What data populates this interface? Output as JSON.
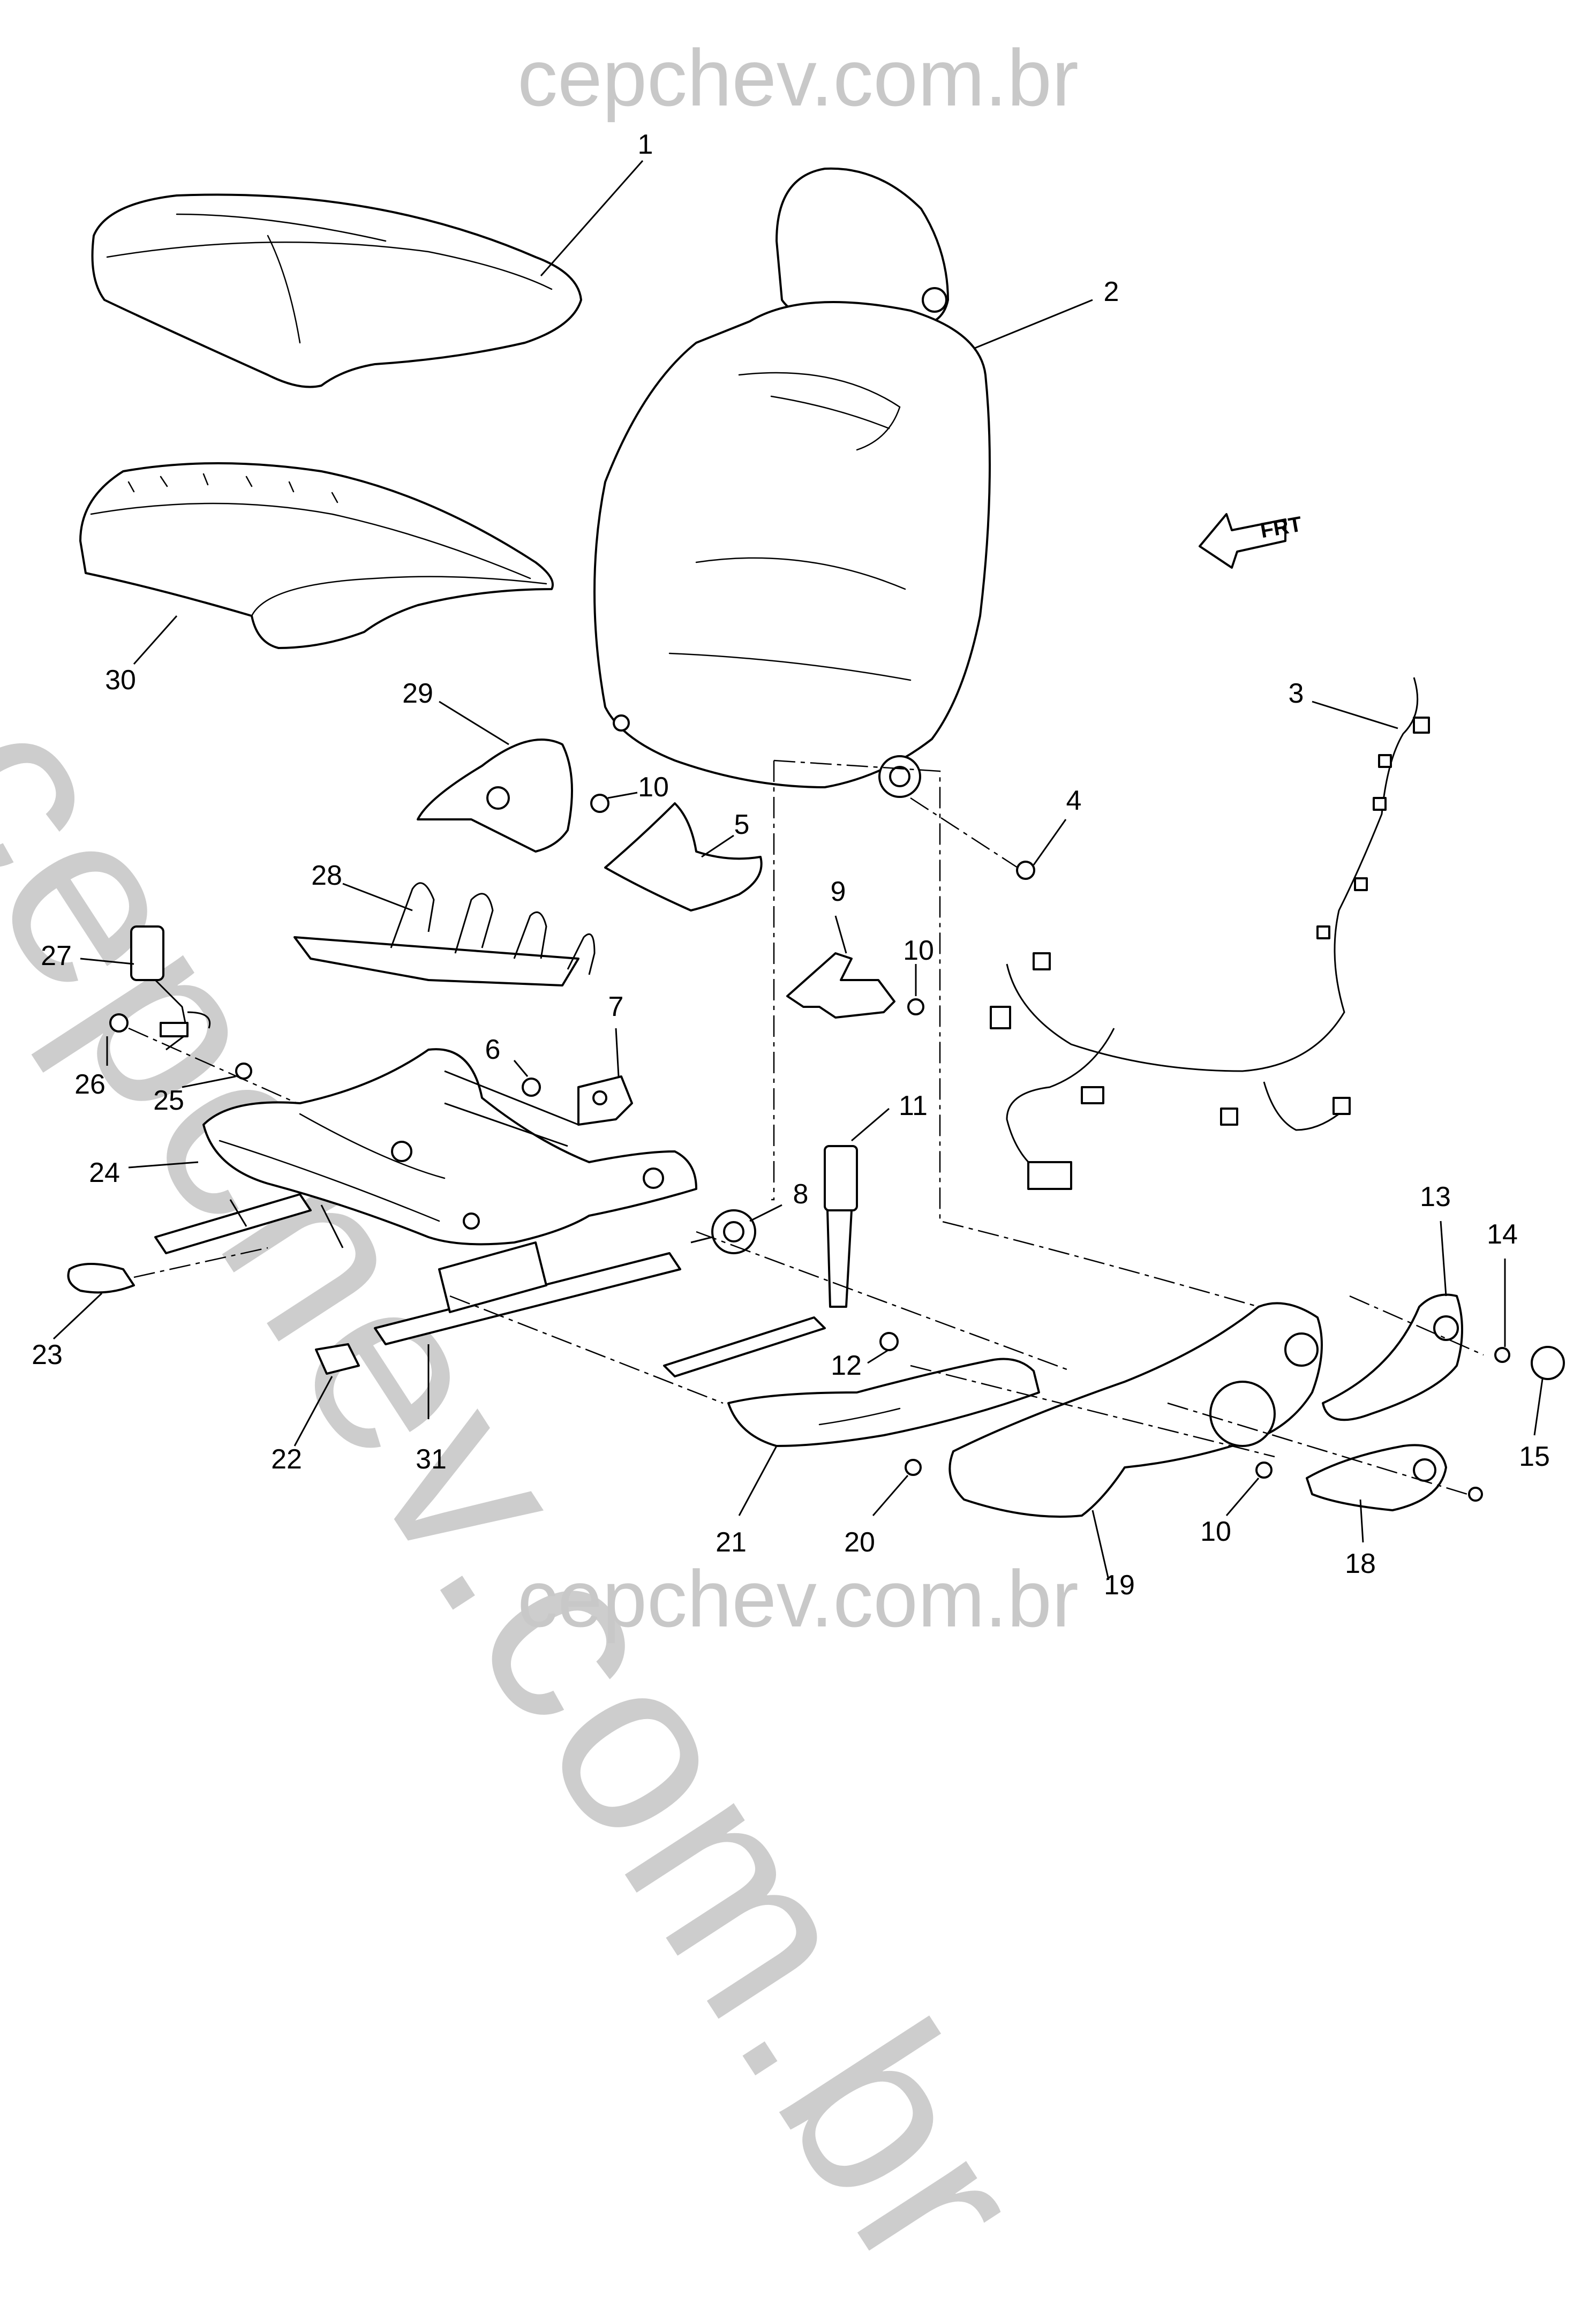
{
  "watermark": {
    "top": "cepchev.com.br",
    "bottom": "cepchev.com.br",
    "diagonal": "cepchev.com.br"
  },
  "direction_indicator": "FRT",
  "callouts": [
    {
      "id": "c1",
      "label": "1"
    },
    {
      "id": "c2",
      "label": "2"
    },
    {
      "id": "c3",
      "label": "3"
    },
    {
      "id": "c4",
      "label": "4"
    },
    {
      "id": "c5",
      "label": "5"
    },
    {
      "id": "c6",
      "label": "6"
    },
    {
      "id": "c7",
      "label": "7"
    },
    {
      "id": "c8",
      "label": "8"
    },
    {
      "id": "c9",
      "label": "9"
    },
    {
      "id": "c10a",
      "label": "10"
    },
    {
      "id": "c10b",
      "label": "10"
    },
    {
      "id": "c10c",
      "label": "10"
    },
    {
      "id": "c11",
      "label": "11"
    },
    {
      "id": "c12",
      "label": "12"
    },
    {
      "id": "c13",
      "label": "13"
    },
    {
      "id": "c14",
      "label": "14"
    },
    {
      "id": "c15",
      "label": "15"
    },
    {
      "id": "c18",
      "label": "18"
    },
    {
      "id": "c19",
      "label": "19"
    },
    {
      "id": "c20",
      "label": "20"
    },
    {
      "id": "c21",
      "label": "21"
    },
    {
      "id": "c22",
      "label": "22"
    },
    {
      "id": "c23",
      "label": "23"
    },
    {
      "id": "c24",
      "label": "24"
    },
    {
      "id": "c25",
      "label": "25"
    },
    {
      "id": "c26",
      "label": "26"
    },
    {
      "id": "c27",
      "label": "27"
    },
    {
      "id": "c28",
      "label": "28"
    },
    {
      "id": "c29",
      "label": "29"
    },
    {
      "id": "c30",
      "label": "30"
    },
    {
      "id": "c31",
      "label": "31"
    }
  ]
}
